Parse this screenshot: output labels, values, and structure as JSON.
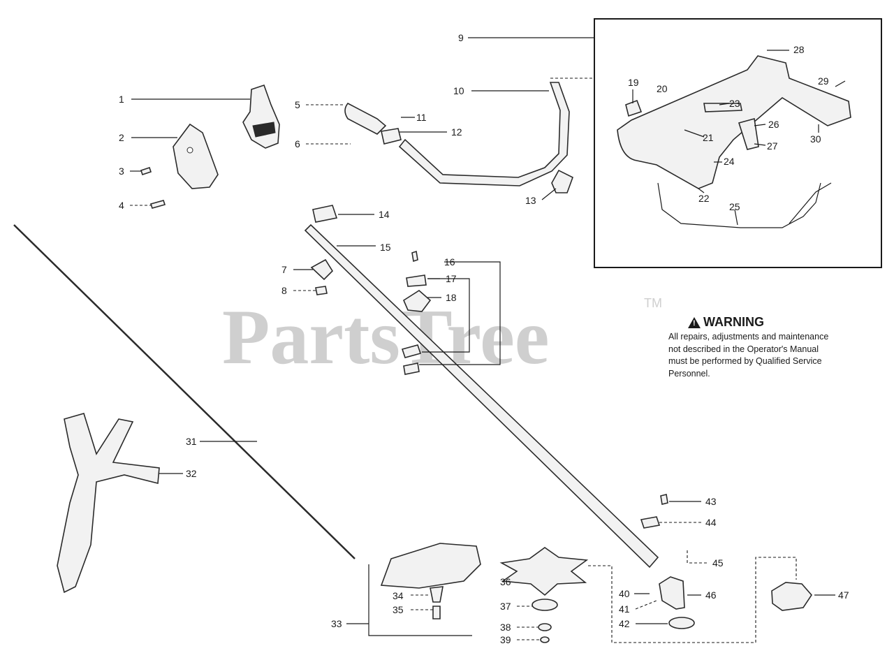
{
  "watermark": {
    "brand": "PartsTree",
    "trademark": "TM"
  },
  "warning": {
    "title": "WARNING",
    "text": "All repairs, adjustments and maintenance not described in the Operator's Manual must be performed by Qualified Service Personnel."
  },
  "callouts": {
    "c1": "1",
    "c2": "2",
    "c3": "3",
    "c4": "4",
    "c5": "5",
    "c6": "6",
    "c7": "7",
    "c8": "8",
    "c9": "9",
    "c10": "10",
    "c11": "11",
    "c12": "12",
    "c13": "13",
    "c14": "14",
    "c15": "15",
    "c16": "16",
    "c17": "17",
    "c18": "18",
    "c19": "19",
    "c20": "20",
    "c21": "21",
    "c22": "22",
    "c23": "23",
    "c24": "24",
    "c25": "25",
    "c26": "26",
    "c27": "27",
    "c28": "28",
    "c29": "29",
    "c30": "30",
    "c31": "31",
    "c32": "32",
    "c33": "33",
    "c34": "34",
    "c35": "35",
    "c36": "36",
    "c37": "37",
    "c38": "38",
    "c39": "39",
    "c40": "40",
    "c41": "41",
    "c42": "42",
    "c43": "43",
    "c44": "44",
    "c45": "45",
    "c46": "46",
    "c47": "47"
  }
}
